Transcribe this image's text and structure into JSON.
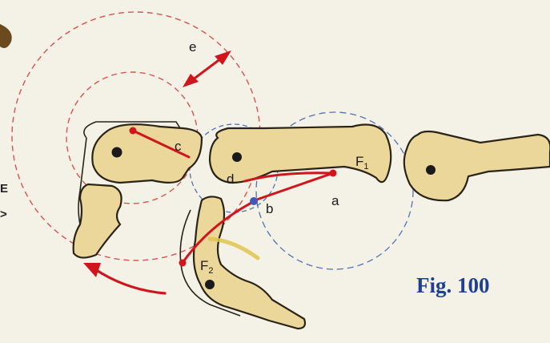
{
  "figure_caption": "Fig. 100",
  "labels": {
    "a": "a",
    "b": "b",
    "c": "c",
    "d": "d",
    "e": "e",
    "F1_main": "F",
    "F1_sub": "1",
    "F2_main": "F",
    "F2_sub": "2"
  },
  "edge_text": {
    "left_1": "E",
    "left_2": ">"
  },
  "colors": {
    "bone_fill": "#ecd79a",
    "bone_outline": "#2a2418",
    "red_line": "#d0161c",
    "red_circle_dashed": "#d9534f",
    "blue_circle_dashed": "#4f73b8",
    "caption_blue": "#1f3f93",
    "background": "#f4f1e6"
  }
}
